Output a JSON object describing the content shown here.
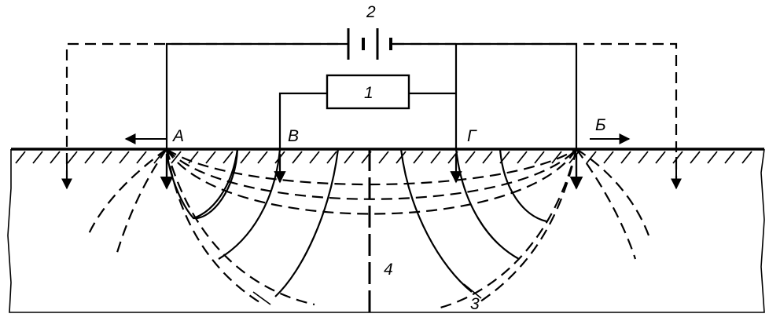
{
  "labels": {
    "battery": "2",
    "meter": "1",
    "electrode_a": "А",
    "electrode_b": "Б",
    "electrode_v": "В",
    "electrode_g": "Г",
    "section": "4",
    "curve": "3"
  }
}
